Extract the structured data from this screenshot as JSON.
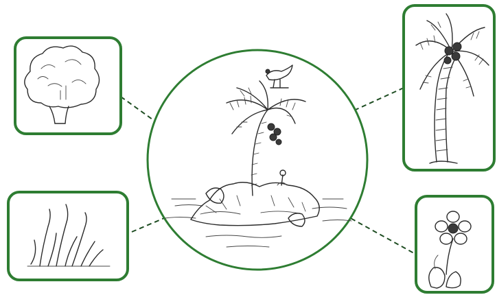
{
  "diagram": {
    "center": {
      "subject": "island-scene"
    },
    "callouts": [
      {
        "id": "tree",
        "subject": "leafy-tree"
      },
      {
        "id": "grass",
        "subject": "grass-tuft"
      },
      {
        "id": "palm",
        "subject": "palm-tree"
      },
      {
        "id": "flower",
        "subject": "flower"
      }
    ],
    "colors": {
      "frame": "#2e7d32",
      "connector": "#1e4d22",
      "ink": "#2a2a2a"
    }
  }
}
